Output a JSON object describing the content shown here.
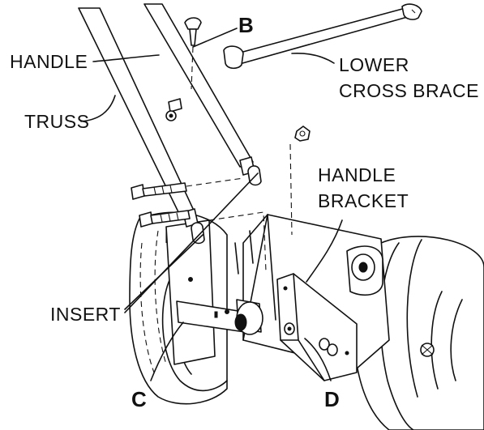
{
  "labels": {
    "b": "B",
    "handle": "HANDLE",
    "lower_cross_brace_1": "LOWER",
    "lower_cross_brace_2": "CROSS BRACE",
    "truss": "TRUSS",
    "handle_bracket_1": "HANDLE",
    "handle_bracket_2": "BRACKET",
    "insert": "INSERT",
    "c": "C",
    "d": "D"
  }
}
